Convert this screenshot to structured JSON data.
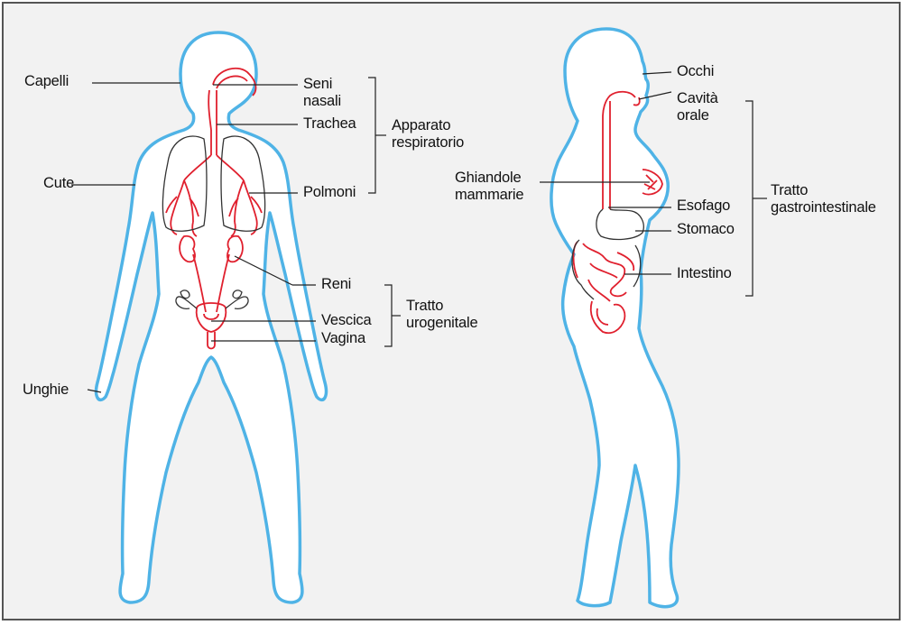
{
  "diagram": {
    "left_figure": {
      "view": "front",
      "labels": {
        "hair": "Capelli",
        "skin": "Cute",
        "nails": "Unghie",
        "sinuses": "Seni\nnasali",
        "trachea": "Trachea",
        "lungs": "Polmoni",
        "kidneys": "Reni",
        "bladder": "Vescica",
        "vagina": "Vagina"
      },
      "groups": {
        "respiratory": "Apparato\nrespiratorio",
        "urogenital": "Tratto\nurogenitale"
      }
    },
    "right_figure": {
      "view": "side",
      "labels": {
        "eyes": "Occhi",
        "oral_cavity": "Cavità\norale",
        "mammary_glands": "Ghiandole\nmammarie",
        "esophagus": "Esofago",
        "stomach": "Stomaco",
        "intestine": "Intestino"
      },
      "groups": {
        "gastrointestinal": "Tratto\ngastrointestinale"
      }
    },
    "colors": {
      "background": "#f2f2f2",
      "body_fill": "#ffffff",
      "body_outline": "#4fb3e6",
      "organs": "#e0202e",
      "leader_lines": "#222222"
    }
  }
}
